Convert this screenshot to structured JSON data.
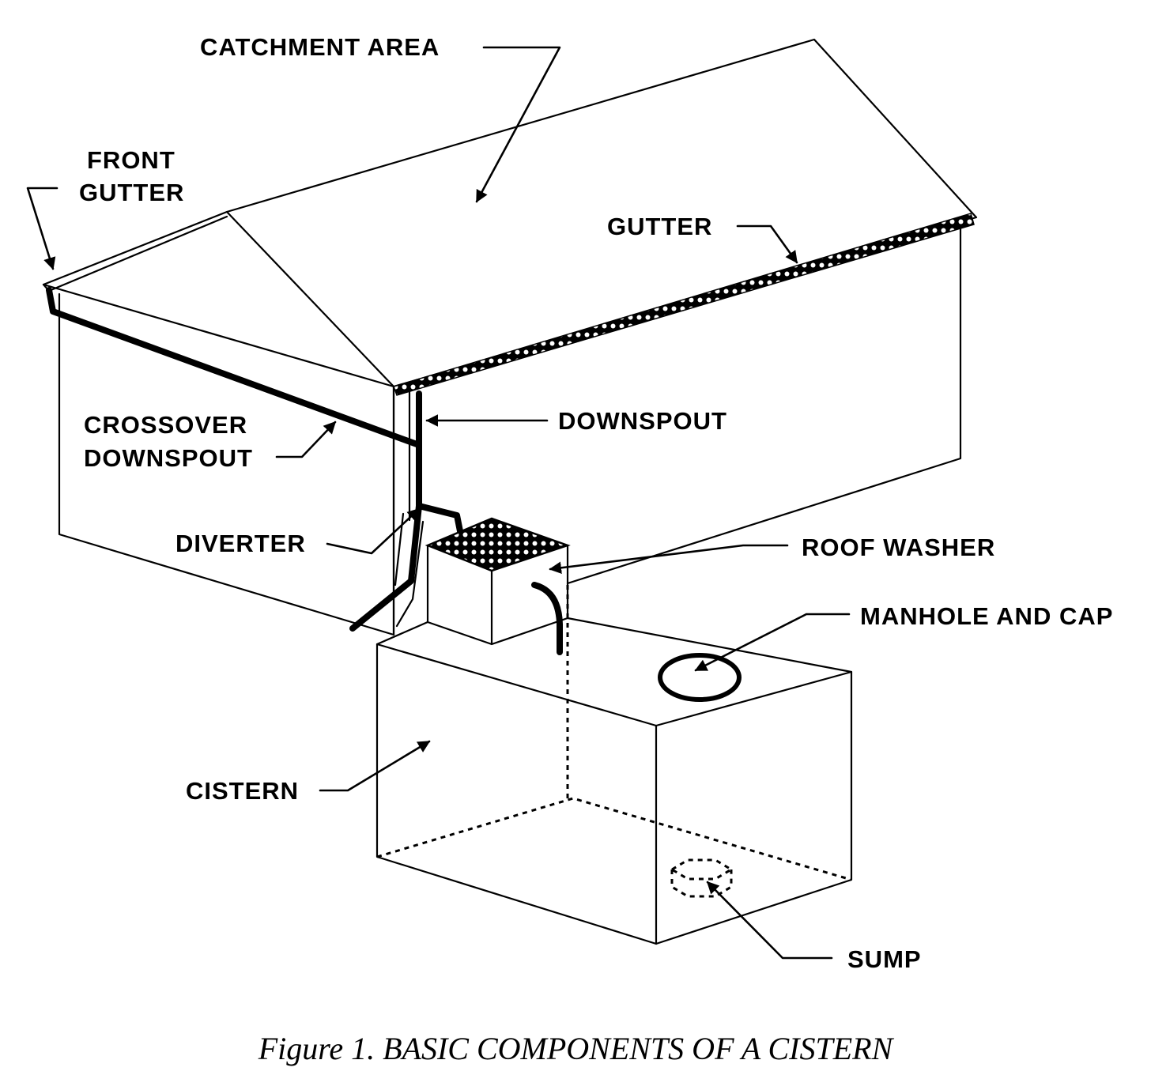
{
  "labels": {
    "catchment_area": "CATCHMENT AREA",
    "front_gutter_1": "FRONT",
    "front_gutter_2": "GUTTER",
    "gutter": "GUTTER",
    "crossover_1": "CROSSOVER",
    "crossover_2": "DOWNSPOUT",
    "downspout": "DOWNSPOUT",
    "diverter": "DIVERTER",
    "roof_washer": "ROOF WASHER",
    "manhole": "MANHOLE AND CAP",
    "cistern": "CISTERN",
    "sump": "SUMP"
  },
  "caption": "Figure 1. BASIC COMPONENTS OF A CISTERN"
}
